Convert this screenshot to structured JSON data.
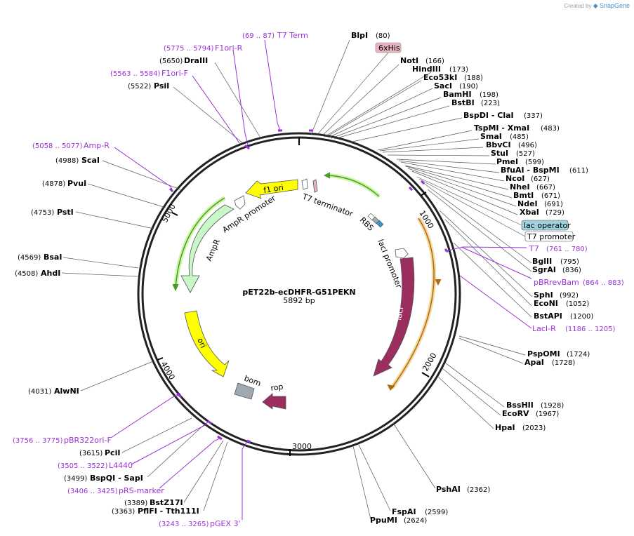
{
  "brand": {
    "created_by": "Created by",
    "name": "SnapGene"
  },
  "plasmid": {
    "name": "pET22b-ecDHFR-G51PEKN",
    "size": "5892 bp"
  },
  "ticks": [
    "1000",
    "2000",
    "3000",
    "4000",
    "5000"
  ],
  "enzymes_right": [
    {
      "name": "BlpI",
      "pos": "(80)"
    },
    {
      "name": "NotI",
      "pos": "(166)"
    },
    {
      "name": "HindIII",
      "pos": "(173)"
    },
    {
      "name": "Eco53kI",
      "pos": "(188)"
    },
    {
      "name": "SacI",
      "pos": "(190)"
    },
    {
      "name": "BamHI",
      "pos": "(198)"
    },
    {
      "name": "BstBI",
      "pos": "(223)"
    },
    {
      "name": "BspDI  - ClaI",
      "pos": "(337)"
    },
    {
      "name": "TspMI  - XmaI",
      "pos": "(483)"
    },
    {
      "name": "SmaI",
      "pos": "(485)"
    },
    {
      "name": "BbvCI",
      "pos": "(496)"
    },
    {
      "name": "StuI",
      "pos": "(527)"
    },
    {
      "name": "PmeI",
      "pos": "(599)"
    },
    {
      "name": "BfuAI  - BspMI",
      "pos": "(611)"
    },
    {
      "name": "NcoI",
      "pos": "(627)"
    },
    {
      "name": "NheI",
      "pos": "(667)"
    },
    {
      "name": "BmtI",
      "pos": "(671)"
    },
    {
      "name": "NdeI",
      "pos": "(691)"
    },
    {
      "name": "XbaI",
      "pos": "(729)"
    },
    {
      "name": "BglII",
      "pos": "(795)"
    },
    {
      "name": "SgrAI",
      "pos": "(836)"
    },
    {
      "name": "SphI",
      "pos": "(992)"
    },
    {
      "name": "EcoNI",
      "pos": "(1052)"
    },
    {
      "name": "BstAPI",
      "pos": "(1200)"
    },
    {
      "name": "PspOMI",
      "pos": "(1724)"
    },
    {
      "name": "ApaI",
      "pos": "(1728)"
    },
    {
      "name": "BssHII",
      "pos": "(1928)"
    },
    {
      "name": "EcoRV",
      "pos": "(1967)"
    },
    {
      "name": "HpaI",
      "pos": "(2023)"
    },
    {
      "name": "PshAI",
      "pos": "(2362)"
    },
    {
      "name": "FspAI",
      "pos": "(2599)"
    },
    {
      "name": "PpuMI",
      "pos": "(2624)"
    }
  ],
  "enzymes_left": [
    {
      "name": "DraIII",
      "pos": "(5650)"
    },
    {
      "name": "PsiI",
      "pos": "(5522)"
    },
    {
      "name": "ScaI",
      "pos": "(4988)"
    },
    {
      "name": "PvuI",
      "pos": "(4878)"
    },
    {
      "name": "PstI",
      "pos": "(4753)"
    },
    {
      "name": "BsaI",
      "pos": "(4569)"
    },
    {
      "name": "AhdI",
      "pos": "(4508)"
    },
    {
      "name": "AlwNI",
      "pos": "(4031)"
    },
    {
      "name": "PciI",
      "pos": "(3615)"
    },
    {
      "name": "BspQI  - SapI",
      "pos": "(3499)"
    },
    {
      "name": "BstZ17I",
      "pos": "(3389)"
    },
    {
      "name": "PflFI  - Tth111I",
      "pos": "(3363)"
    }
  ],
  "primers": [
    {
      "name": "T7 Term",
      "range": "(69 .. 87)"
    },
    {
      "name": "F1ori-R",
      "range": "(5775 .. 5794)"
    },
    {
      "name": "F1ori-F",
      "range": "(5563 .. 5584)"
    },
    {
      "name": "Amp-R",
      "range": "(5058 .. 5077)"
    },
    {
      "name": "T7",
      "range": "(761 .. 780)"
    },
    {
      "name": "pBRrevBam",
      "range": "(864 .. 883)"
    },
    {
      "name": "LacI-R",
      "range": "(1186 .. 1205)"
    },
    {
      "name": "pBR322ori-F",
      "range": "(3756 .. 3775)"
    },
    {
      "name": "L4440",
      "range": "(3505 .. 3522)"
    },
    {
      "name": "pRS-marker",
      "range": "(3406 .. 3425)"
    },
    {
      "name": "pGEX 3'",
      "range": "(3243 .. 3265)"
    }
  ],
  "boxed_features": [
    {
      "name": "6xHis",
      "color": "#e8b4c0"
    },
    {
      "name": "lac operator",
      "color": "#9fd1df"
    },
    {
      "name": "T7 promoter",
      "color": "#ffffff"
    }
  ],
  "features": {
    "f1_ori": "f1 ori",
    "ampr_promoter": "AmpR promoter",
    "ampr": "AmpR",
    "ori": "ori",
    "bom": "bom",
    "rop": "rop",
    "laci": "lacI",
    "laci_promoter": "lacI promoter",
    "t7_terminator": "T7 terminator",
    "rbs": "RBS"
  },
  "colors": {
    "primer": "#9b30d9",
    "ampr": "#c8f7c8",
    "f1ori_ori": "#ffff00",
    "laci_rop": "#9b2d5f",
    "bom": "#a0a8b0",
    "orf_green": "#4c9a2a",
    "orf_orange": "#e8a040"
  }
}
